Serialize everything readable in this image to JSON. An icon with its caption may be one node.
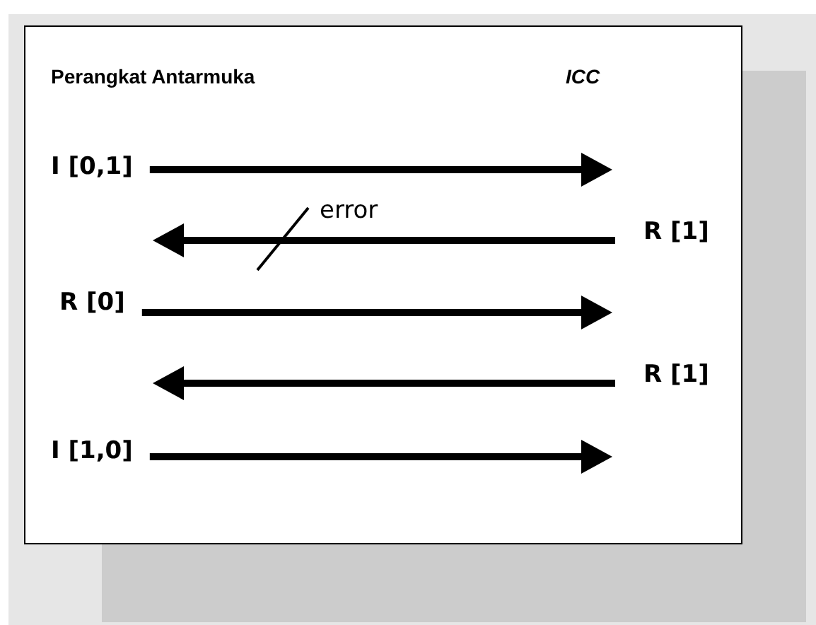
{
  "diagram": {
    "nodes": [
      {
        "text": [
          "I [0,1]"
        ]
      },
      {
        "text": [
          "R [1]"
        ]
      },
      {
        "text": [
          "R [0]"
        ]
      },
      {
        "text": [
          "R [1]"
        ]
      },
      {
        "text": [
          "I [1,0]"
        ]
      }
    ],
    "edges": [
      {
        "from": 0,
        "to": null,
        "arrow": "to"
      },
      {
        "from": 1,
        "to": null,
        "arrow": "to",
        "label": "error"
      },
      {
        "from": 2,
        "to": null,
        "arrow": "to"
      },
      {
        "from": 3,
        "to": null,
        "arrow": "to"
      },
      {
        "from": 4,
        "to": null,
        "arrow": "to"
      }
    ],
    "labels": [
      "Perangkat Antarmuka",
      "ICC"
    ]
  }
}
